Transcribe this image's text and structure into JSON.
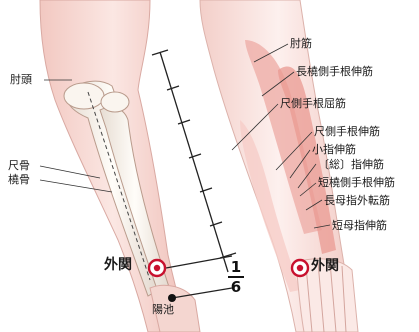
{
  "labels": {
    "chuto": "肘頭",
    "shakkotsu": "尺骨",
    "tokotsu": "橈骨",
    "gaikan_left": "外関",
    "yochi": "陽池",
    "fraction_num": "1",
    "fraction_den": "6",
    "gaikan_right": "外関"
  },
  "muscles": [
    "肘筋",
    "長橈側手根伸筋",
    "尺側手根屈筋",
    "尺側手根伸筋",
    "小指伸筋",
    "〔総〕指伸筋",
    "短橈側手根伸筋",
    "長母指外転筋",
    "短母指伸筋"
  ],
  "colors": {
    "acupoint": "#c8102e",
    "yochi_dot": "#111111",
    "muscle": "#f0b3ae",
    "skin": "#f6d7d2",
    "bone": "#f7f3ee"
  }
}
